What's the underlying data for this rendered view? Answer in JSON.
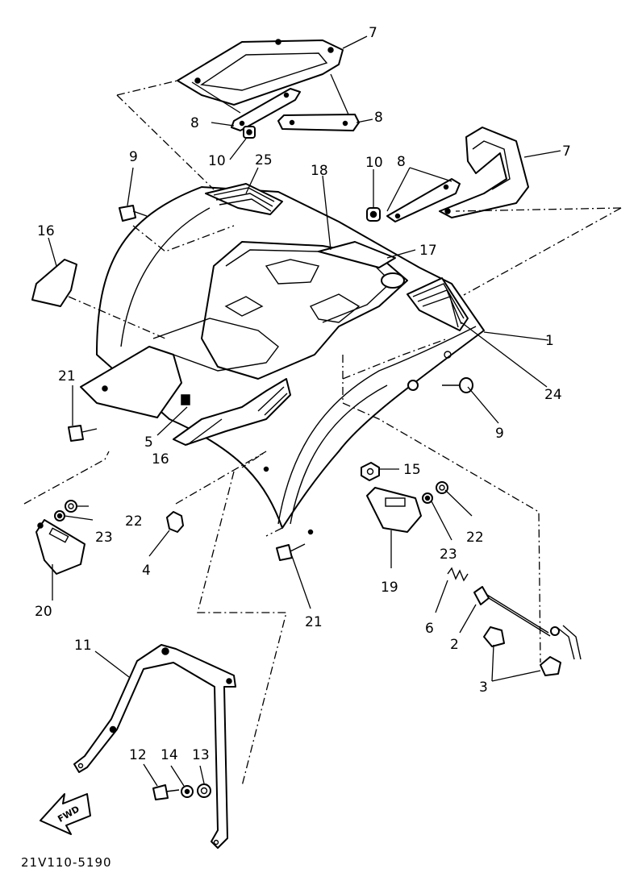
{
  "diagram": {
    "drawing_code": "21V110-5190",
    "fwd_label": "FWD",
    "callouts": {
      "c1": "1",
      "c2": "2",
      "c3": "3",
      "c4": "4",
      "c5": "5",
      "c6": "6",
      "c7a": "7",
      "c7b": "7",
      "c8a": "8",
      "c8b": "8",
      "c8c": "8",
      "c9a": "9",
      "c9b": "9",
      "c10a": "10",
      "c10b": "10",
      "c11": "11",
      "c12": "12",
      "c13": "13",
      "c14": "14",
      "c15": "15",
      "c16a": "16",
      "c16b": "16",
      "c17": "17",
      "c18": "18",
      "c19": "19",
      "c20": "20",
      "c21a": "21",
      "c21b": "21",
      "c22a": "22",
      "c22b": "22",
      "c23a": "23",
      "c23b": "23",
      "c24": "24",
      "c25": "25"
    }
  }
}
